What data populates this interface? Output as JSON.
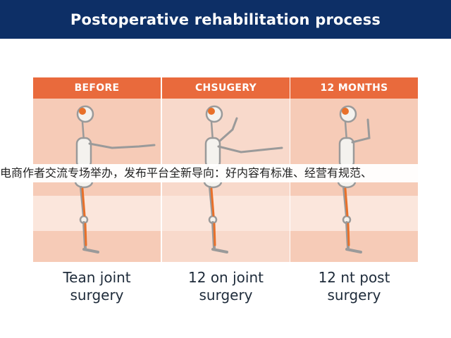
{
  "header": {
    "title": "Postoperative rehabilitation process"
  },
  "panels": [
    {
      "label": "BEFORE",
      "caption_line1": "Tean joint",
      "caption_line2": "surgery"
    },
    {
      "label": "CHSUGERY",
      "caption_line1": "12 on joint",
      "caption_line2": "surgery"
    },
    {
      "label": "12 MONTHS",
      "caption_line1": "12 nt post",
      "caption_line2": "surgery"
    }
  ],
  "overlay": {
    "text": "电商作者交流专场举办，发布平台全新导向：好内容有标准、经营有规范、"
  },
  "colors": {
    "header_bg": "#0d2f66",
    "panel_head": "#e96a3c",
    "panel_bg": "#f6cbb7",
    "bone_highlight": "#e8702a"
  }
}
